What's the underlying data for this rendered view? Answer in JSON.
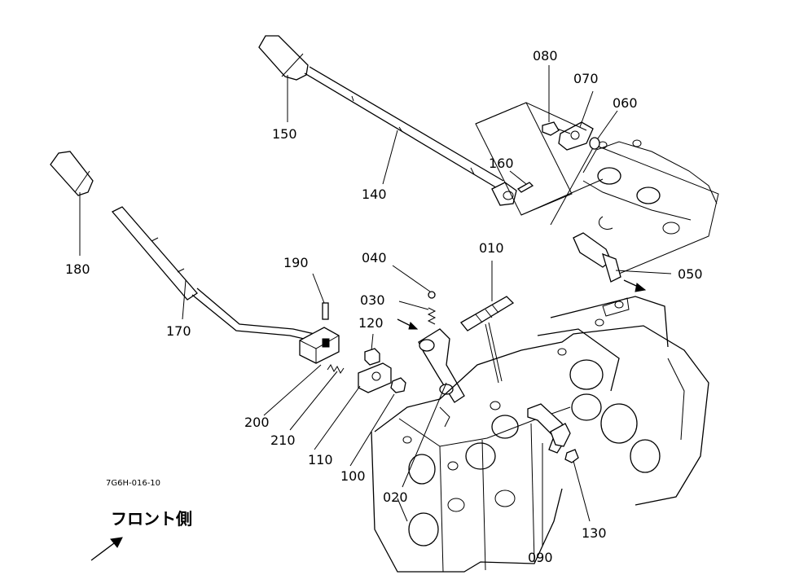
{
  "callouts": {
    "p010": "010",
    "p020": "020",
    "p030": "030",
    "p040": "040",
    "p050": "050",
    "p060": "060",
    "p070": "070",
    "p080": "080",
    "p090": "090",
    "p100": "100",
    "p110": "110",
    "p120": "120",
    "p130": "130",
    "p140": "140",
    "p150": "150",
    "p160": "160",
    "p170": "170",
    "p180": "180",
    "p190": "190",
    "p200": "200",
    "p210": "210"
  },
  "drawing_code": "7G6H-016-10",
  "front_side_label": "フロント側",
  "colors": {
    "ink": "#000000",
    "paper": "#ffffff"
  }
}
